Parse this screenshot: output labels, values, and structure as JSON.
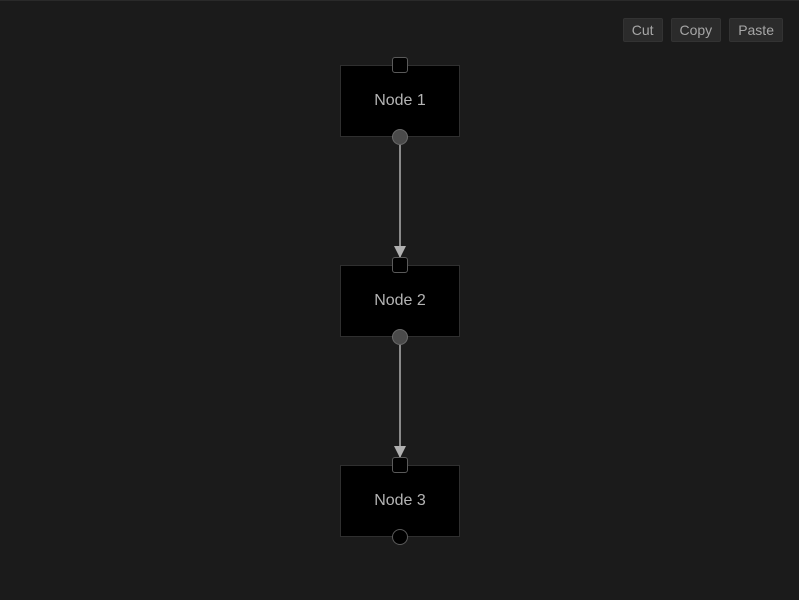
{
  "toolbar": {
    "cut_label": "Cut",
    "copy_label": "Copy",
    "paste_label": "Paste"
  },
  "nodes": [
    {
      "label": "Node 1"
    },
    {
      "label": "Node 2"
    },
    {
      "label": "Node 3"
    }
  ],
  "edges": [
    {
      "from": "Node 1",
      "to": "Node 2"
    },
    {
      "from": "Node 2",
      "to": "Node 3"
    }
  ],
  "colors": {
    "background": "#1b1b1b",
    "node_fill": "#000000",
    "edge": "#b0b0b0",
    "text": "#b4b4b4"
  }
}
